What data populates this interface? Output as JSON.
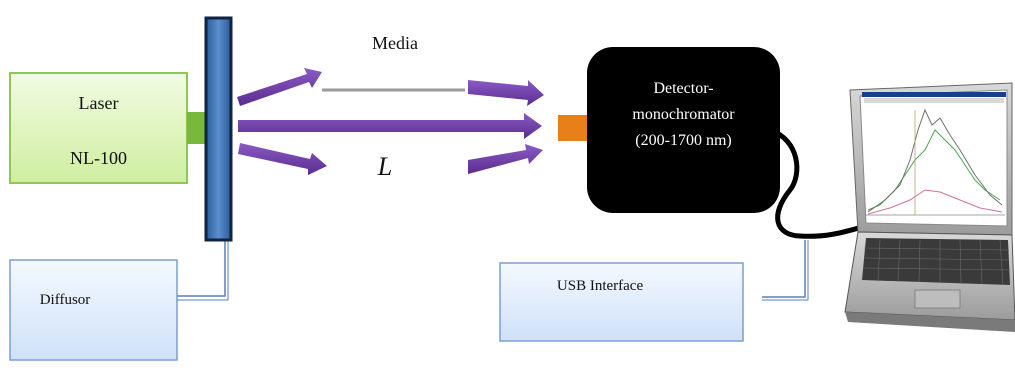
{
  "laser": {
    "name": "Laser",
    "model": "NL-100"
  },
  "diffusor": {
    "label": "Diffusor"
  },
  "media": {
    "label": "Media"
  },
  "path_length": {
    "label": "L"
  },
  "detector": {
    "line1": "Detector-",
    "line2": "monochromator",
    "line3": "(200-1700 nm)"
  },
  "usb": {
    "label": "USB Interface"
  },
  "colors": {
    "laser_fill": "#d6f0a8",
    "laser_border": "#8fc850",
    "diffusor_fill": "#dbe9fa",
    "diffusor_border": "#7a9fd0",
    "arrow": "#6a3aa0",
    "detector": "#000000",
    "detector_port": "#e8801a",
    "plate": "#3a6fb0"
  }
}
